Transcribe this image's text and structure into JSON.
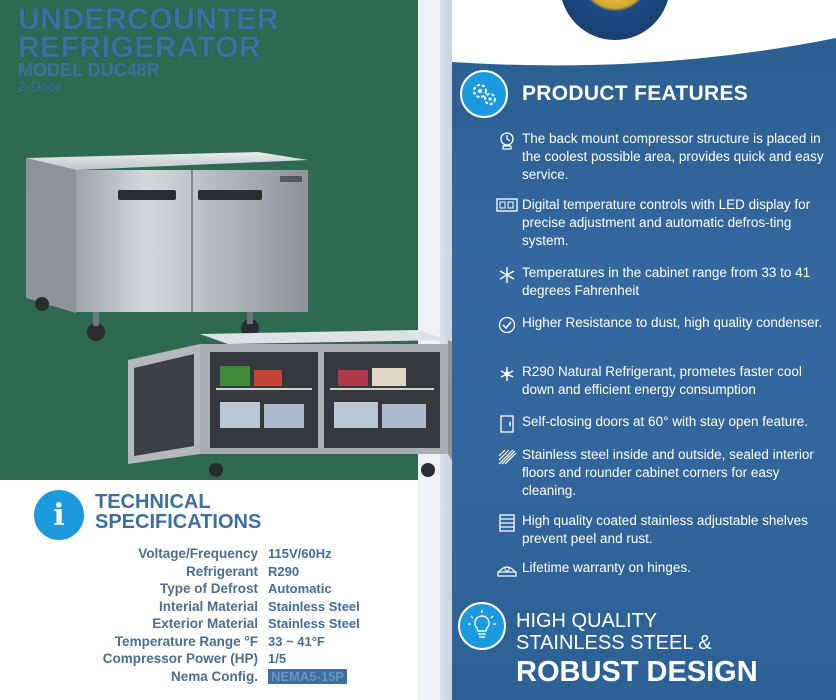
{
  "left": {
    "title_line1": "UNDERCOUNTER",
    "title_line2": "REFRIGERATOR",
    "model": "MODEL DUC48R",
    "doors": "2-Door",
    "tech_title_line1": "TECHNICAL",
    "tech_title_line2": "SPECIFICATIONS",
    "specs": [
      {
        "label": "Voltage/Frequency",
        "value": "115V/60Hz"
      },
      {
        "label": "Refrigerant",
        "value": "R290"
      },
      {
        "label": "Type of Defrost",
        "value": "Automatic"
      },
      {
        "label": "Interial Material",
        "value": "Stainless Steel"
      },
      {
        "label": "Exterior Material",
        "value": "Stainless Steel"
      },
      {
        "label": "Temperature Range °F",
        "value": "33 ~ 41°F"
      },
      {
        "label": "Compressor Power (HP)",
        "value": "1/5"
      },
      {
        "label": "Nema Config.",
        "value": "NEMA5-15P"
      }
    ],
    "tech_icon_glyph": "i"
  },
  "right": {
    "section_title": "PRODUCT FEATURES",
    "features": [
      {
        "icon": "compressor-icon",
        "text": "The back mount compressor structure is placed in the coolest possible area, provides quick and easy service."
      },
      {
        "icon": "led-display-icon",
        "text": "Digital temperature controls with LED display for precise adjustment and automatic defros-ting system."
      },
      {
        "icon": "snowflake-icon",
        "text": "Temperatures in the cabinet range from 33 to 41 degrees Fahrenheit"
      },
      {
        "icon": "check-circle-icon",
        "text": "Higher Resistance to dust, high quality condenser."
      },
      {
        "icon": "refrigerant-icon",
        "text": "R290 Natural Refrigerant, prometes faster cool down and efficient energy consumption"
      },
      {
        "icon": "door-icon",
        "text": "Self-closing doors at 60° with stay open feature."
      },
      {
        "icon": "stainless-steel-icon",
        "text": "Stainless steel inside and outside, sealed interior floors and rounder cabinet corners for easy cleaning."
      },
      {
        "icon": "shelves-icon",
        "text": "High quality coated stainless adjustable shelves prevent peel and rust."
      },
      {
        "icon": "warranty-icon",
        "text": "Lifetime warranty on hinges."
      }
    ],
    "hq_line1": "HIGH QUALITY",
    "hq_line2": "STAINLESS STEEL &",
    "hq_line3": "ROBUST DESIGN"
  },
  "colors": {
    "accent_blue": "#1b9ae0",
    "panel_blue": "#2e6296",
    "title_blue": "#3e6f9f",
    "green_bg": "#2f6b52"
  }
}
